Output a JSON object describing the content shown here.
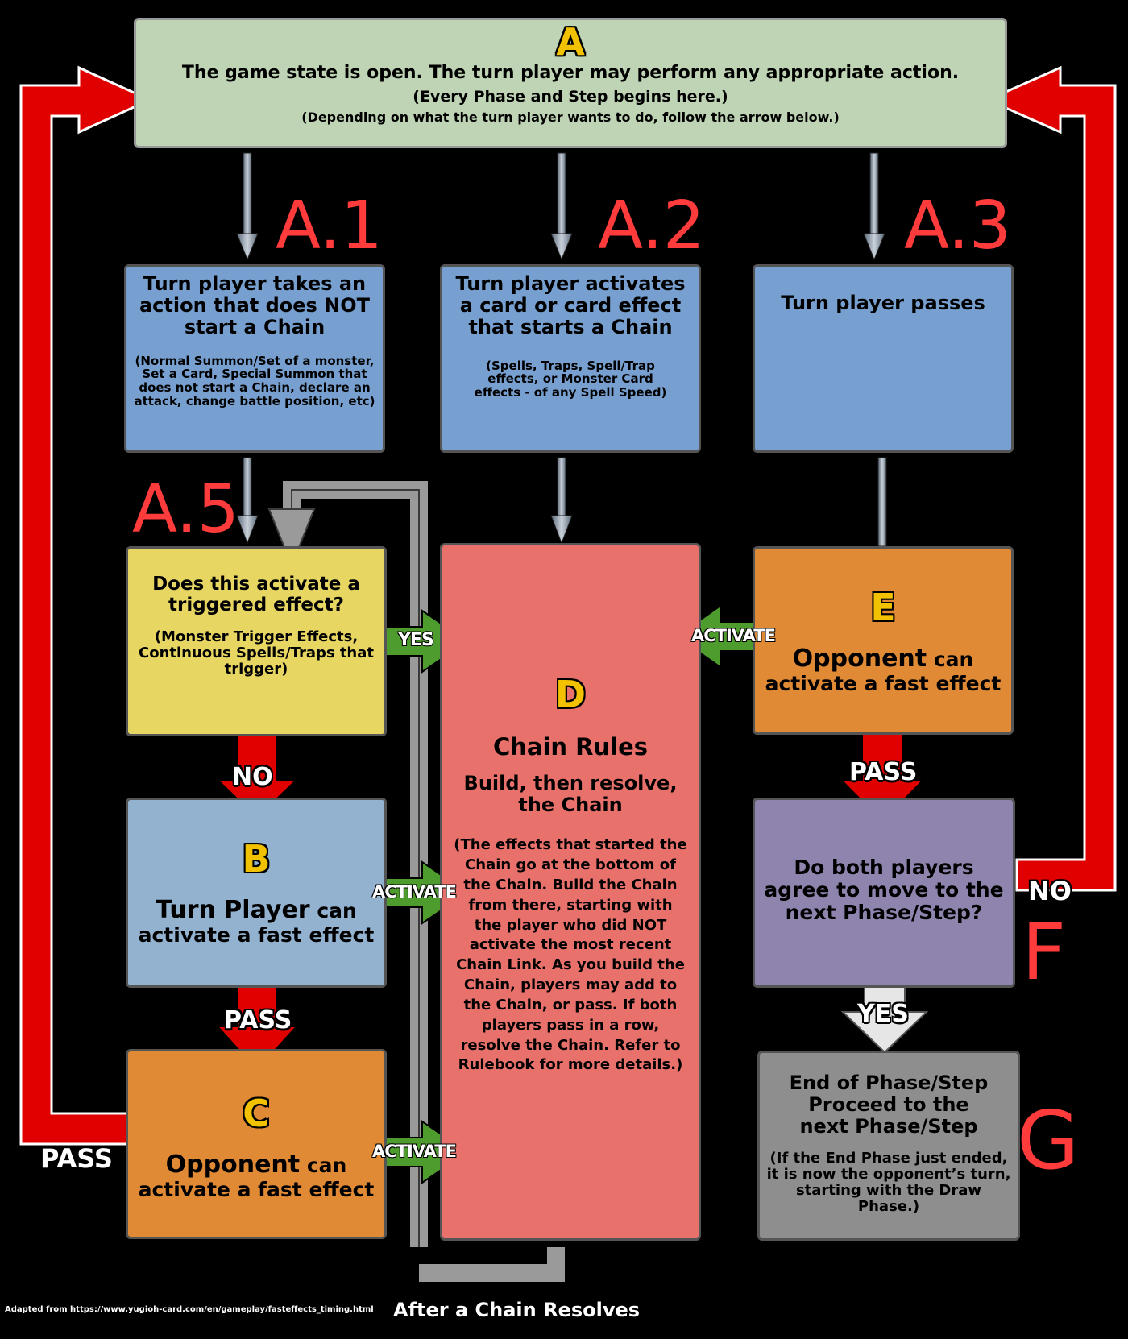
{
  "boxes": {
    "a": {
      "letter": "A",
      "line1": "The game state is open. The turn player may perform any appropriate action.",
      "line2": "(Every Phase and Step begins here.)",
      "line3": "(Depending on what the turn player wants to do, follow the arrow below.)"
    },
    "a1": {
      "title": "Turn player takes an action that does NOT start a Chain",
      "sub": "(Normal Summon/Set of a monster, Set a Card, Special Summon that does not start a Chain, declare an attack, change battle position, etc)"
    },
    "a2": {
      "title": "Turn player activates a card or card effect that starts a Chain",
      "sub": "(Spells, Traps, Spell/Trap effects, or Monster Card effects - of any Spell Speed)"
    },
    "a3": {
      "title": "Turn player passes"
    },
    "a5": {
      "title": "Does this activate a triggered effect?",
      "sub": "(Monster Trigger Effects, Continuous Spells/Traps that trigger)"
    },
    "b": {
      "letter": "B",
      "big": "Turn Player",
      "small": " can",
      "line2": "activate a fast effect"
    },
    "c": {
      "letter": "C",
      "big": "Opponent",
      "small": " can",
      "line2": "activate a fast effect"
    },
    "d": {
      "letter": "D",
      "title": "Chain Rules",
      "subtitle": "Build, then resolve, the Chain",
      "body": "(The effects that started the Chain go at the bottom of the Chain. Build the Chain from there, starting with the player who did NOT activate the most recent Chain Link. As you build the Chain, players may add to the Chain, or pass. If both players pass in a row, resolve the Chain. Refer to Rulebook for more details.)"
    },
    "e": {
      "letter": "E",
      "big": "Opponent",
      "small": " can",
      "line2": "activate a fast effect"
    },
    "f": {
      "title": "Do both players agree to move to the next Phase/Step?"
    },
    "g": {
      "title": "End of Phase/Step Proceed to the next Phase/Step",
      "sub": "(If the End Phase just ended, it is now the opponent’s turn, starting with the Draw Phase.)"
    }
  },
  "step_labels": {
    "a1": "A.1",
    "a2": "A.2",
    "a3": "A.3",
    "a5": "A.5",
    "f": "F",
    "g": "G"
  },
  "arrow_labels": {
    "no_a5": "NO",
    "pass_b": "PASS",
    "pass_e": "PASS",
    "yes_f": "YES",
    "no_f": "NO",
    "pass_c": "PASS",
    "yes_a5": "YES",
    "activate_b": "ACTIVATE",
    "activate_c": "ACTIVATE",
    "activate_e": "ACTIVATE"
  },
  "footer": {
    "source": "Adapted from https://www.yugioh-card.com/en/gameplay/fasteffects_timing.html",
    "after_chain": "After a Chain Resolves"
  },
  "colors": {
    "a": "#bfd4b5",
    "blue": "#77a0d0",
    "yellow": "#e8d663",
    "lightblue": "#93b2d0",
    "orange": "#e18a35",
    "red": "#e8716c",
    "purple": "#8f84ad",
    "gray": "#8e8e8e",
    "arrow_red": "#e00000",
    "arrow_green": "#4e9c2e",
    "accent": "#f2c200"
  }
}
